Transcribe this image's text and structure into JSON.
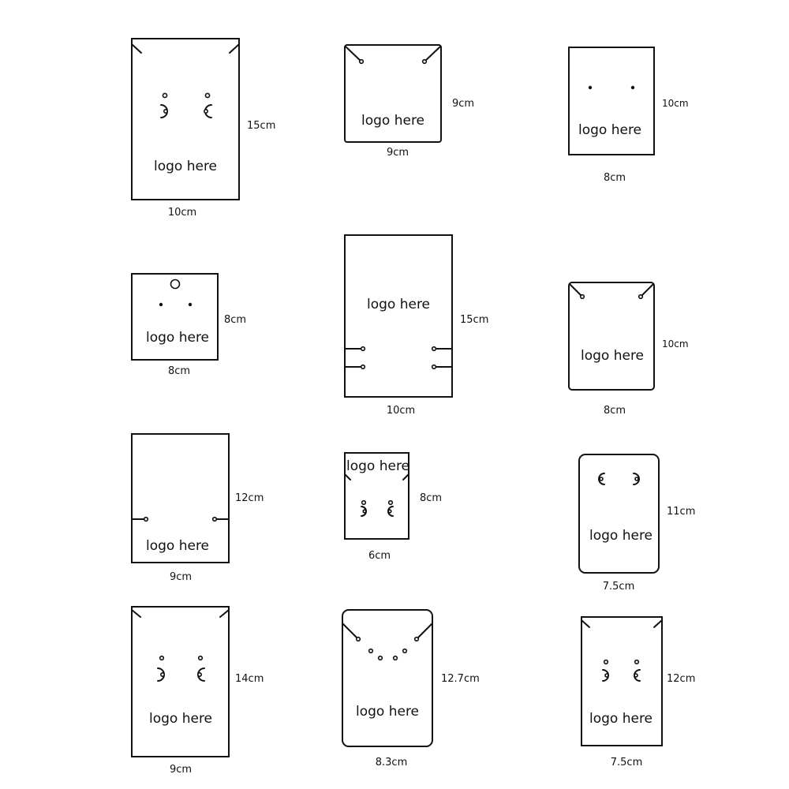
{
  "colors": {
    "line": "#111111",
    "background": "#ffffff"
  },
  "cards": [
    {
      "id": "card-1",
      "logo": "logo here",
      "width_label": "10cm",
      "height_label": "15cm"
    },
    {
      "id": "card-2",
      "logo": "logo here",
      "width_label": "9cm",
      "height_label": "9cm"
    },
    {
      "id": "card-3",
      "logo": "logo here",
      "width_label": "8cm",
      "height_label": "10cm"
    },
    {
      "id": "card-4",
      "logo": "logo here",
      "width_label": "8cm",
      "height_label": "8cm"
    },
    {
      "id": "card-5",
      "logo": "logo here",
      "width_label": "10cm",
      "height_label": "15cm"
    },
    {
      "id": "card-6",
      "logo": "logo here",
      "width_label": "8cm",
      "height_label": "10cm"
    },
    {
      "id": "card-7",
      "logo": "logo here",
      "width_label": "9cm",
      "height_label": "12cm"
    },
    {
      "id": "card-8",
      "logo": "logo here",
      "width_label": "6cm",
      "height_label": "8cm"
    },
    {
      "id": "card-9",
      "logo": "logo here",
      "width_label": "7.5cm",
      "height_label": "11cm"
    },
    {
      "id": "card-10",
      "logo": "logo here",
      "width_label": "9cm",
      "height_label": "14cm"
    },
    {
      "id": "card-11",
      "logo": "logo here",
      "width_label": "8.3cm",
      "height_label": "12.7cm"
    },
    {
      "id": "card-12",
      "logo": "logo here",
      "width_label": "7.5cm",
      "height_label": "12cm"
    }
  ]
}
